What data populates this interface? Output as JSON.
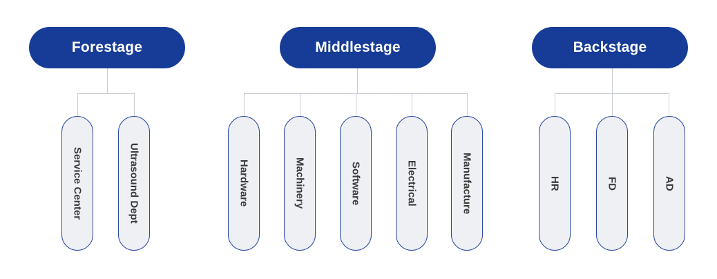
{
  "colors": {
    "header_fill": "#173c97",
    "header_text": "#ffffff",
    "node_fill": "#eef0f4",
    "node_border": "#2b4aa5",
    "node_text": "#3a3a3a",
    "connector": "#c9ced6"
  },
  "groups": [
    {
      "title": "Forestage",
      "children": [
        "Service Center",
        "Ultrasound Dept"
      ]
    },
    {
      "title": "Middlestage",
      "children": [
        "Hardware",
        "Machinery",
        "Software",
        "Electrical",
        "Manufacture"
      ]
    },
    {
      "title": "Backstage",
      "children": [
        "HR",
        "FD",
        "AD"
      ]
    }
  ]
}
